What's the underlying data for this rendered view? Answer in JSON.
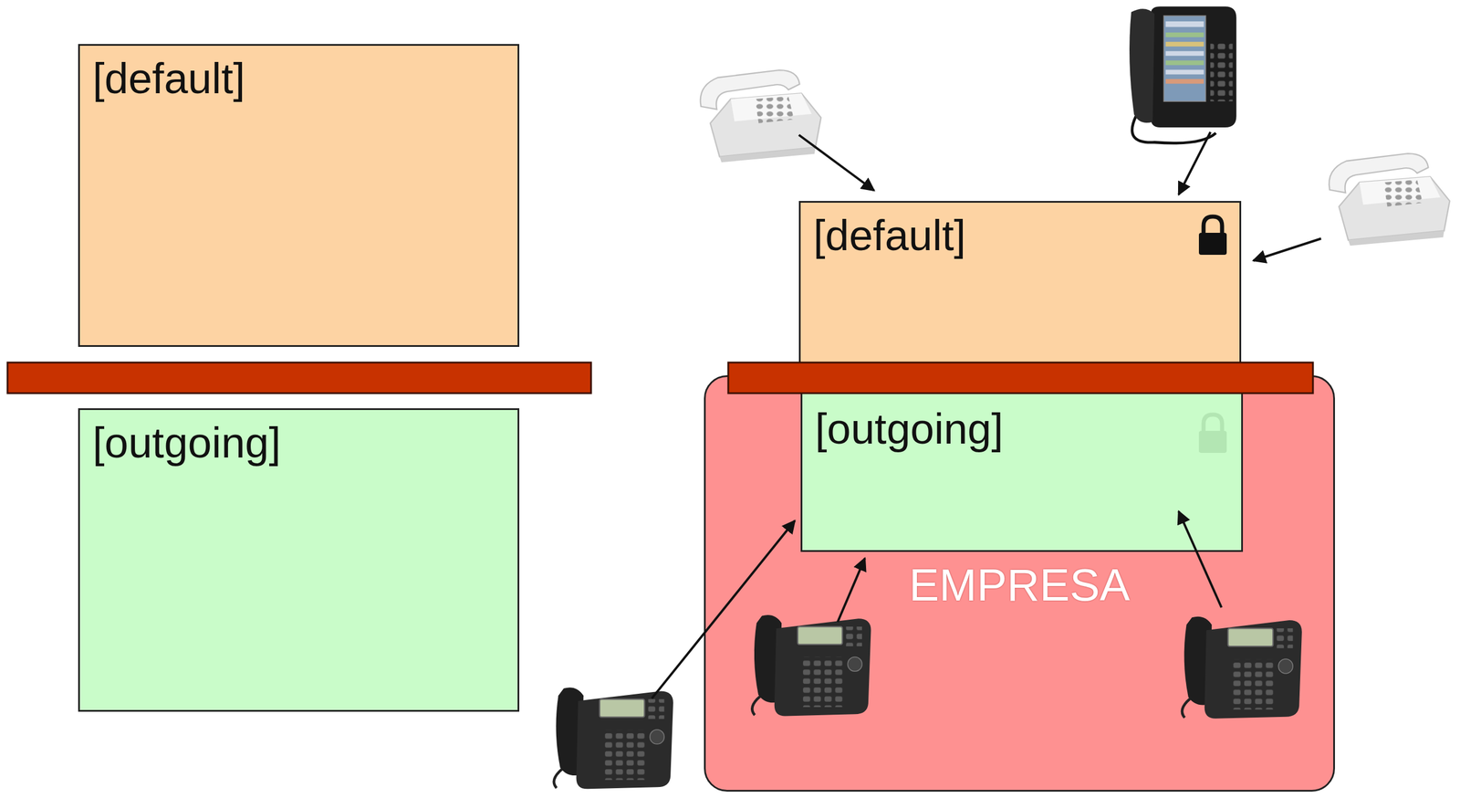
{
  "diagram": {
    "nodes": [
      {
        "text": [
          "[default]"
        ]
      },
      {
        "text": [
          "[outgoing]"
        ]
      },
      {
        "text": [
          "[default]"
        ]
      },
      {
        "text": [
          "EMPRESA"
        ]
      },
      {
        "text": [
          "[outgoing]"
        ],
        "in": 3
      }
    ]
  }
}
